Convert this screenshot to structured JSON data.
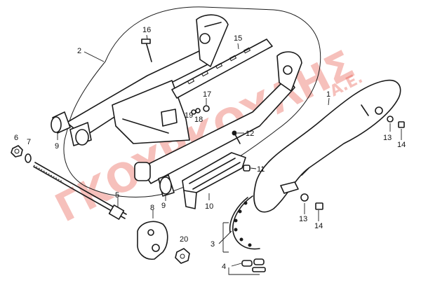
{
  "watermark": {
    "brand": "ΓΚΟΥΡΚΟΥΛΗΣ",
    "suffix": "Α.Ε.",
    "color": "#e43a2c"
  },
  "callouts": [
    "1",
    "2",
    "3",
    "4",
    "5",
    "6",
    "7",
    "8",
    "9",
    "9",
    "10",
    "11",
    "12",
    "13",
    "13",
    "14",
    "14",
    "15",
    "16",
    "17",
    "18",
    "19",
    "20"
  ],
  "colors": {
    "line": "#1a1a1a",
    "background": "#ffffff"
  }
}
